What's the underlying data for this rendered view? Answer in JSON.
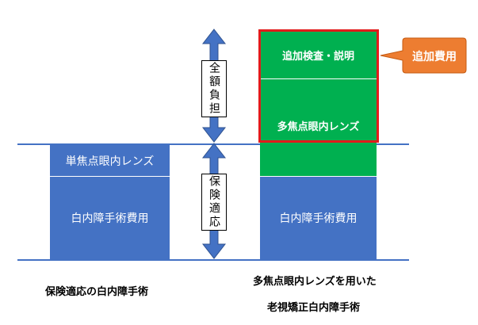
{
  "colors": {
    "blue": "#4472c4",
    "green": "#00b050",
    "red_frame": "#e21b1b",
    "orange_callout": "#ed7d31"
  },
  "left_column": {
    "monofocal_lens_label": "単焦点眼内レンズ",
    "cataract_cost_label": "白内障手術費用"
  },
  "right_column": {
    "additional_exam_label": "追加検査・説明",
    "multifocal_lens_label": "多焦点眼内レンズ",
    "cataract_cost_label": "白内障手術費用"
  },
  "arrows": {
    "full_pay_label": "全額負担",
    "insurance_label": "保険適応"
  },
  "callout": {
    "label": "追加費用"
  },
  "captions": {
    "left": "保険適応の白内障手術",
    "right_line1": "多焦点眼内レンズを用いた",
    "right_line2": "老視矯正白内障手術"
  }
}
